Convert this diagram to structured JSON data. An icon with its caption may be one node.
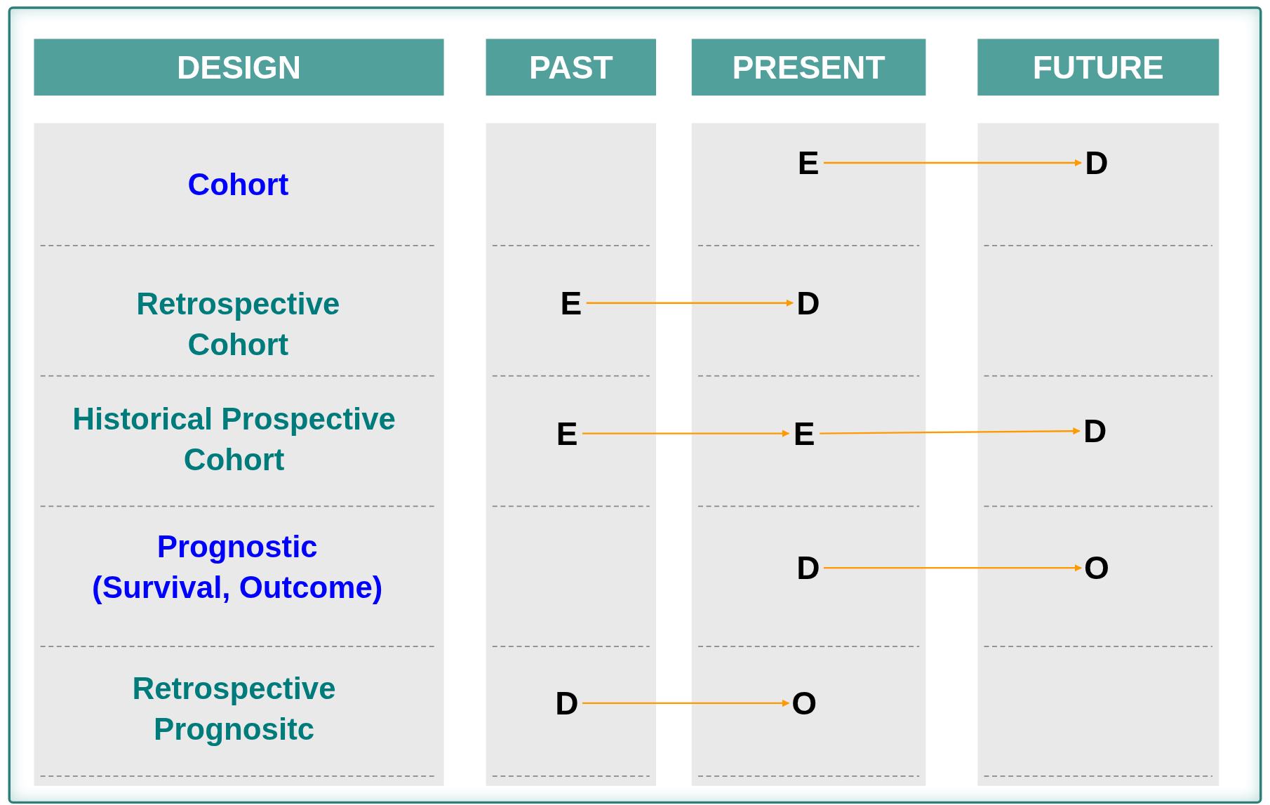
{
  "diagram": {
    "nodes": [
      {
        "text": [
          "DESIGN"
        ]
      },
      {
        "text": [
          "PAST"
        ]
      },
      {
        "text": [
          "PRESENT"
        ]
      },
      {
        "text": [
          "FUTURE"
        ]
      },
      {
        "text": [
          "E"
        ]
      },
      {
        "text": [
          "D"
        ]
      },
      {
        "text": [
          "E"
        ]
      },
      {
        "text": [
          "D"
        ]
      },
      {
        "text": [
          "E"
        ]
      },
      {
        "text": [
          "E"
        ]
      },
      {
        "text": [
          "D"
        ]
      },
      {
        "text": [
          "D"
        ]
      },
      {
        "text": [
          "O"
        ]
      },
      {
        "text": [
          "D"
        ]
      },
      {
        "text": [
          "O"
        ]
      }
    ],
    "edges": [
      {
        "from": 4,
        "to": 5,
        "arrow": "to"
      },
      {
        "from": 6,
        "to": 7,
        "arrow": "to"
      },
      {
        "from": 8,
        "to": 9,
        "arrow": "to"
      },
      {
        "from": 9,
        "to": 10,
        "arrow": "to"
      },
      {
        "from": 11,
        "to": 12,
        "arrow": "to"
      },
      {
        "from": 13,
        "to": 14,
        "arrow": "to"
      }
    ],
    "labels": [
      "Cohort",
      "Retrospective Cohort",
      "Historical Prospective Cohort",
      "Prognostic (Survival, Outcome)",
      "Retrospective Prognositc"
    ]
  }
}
